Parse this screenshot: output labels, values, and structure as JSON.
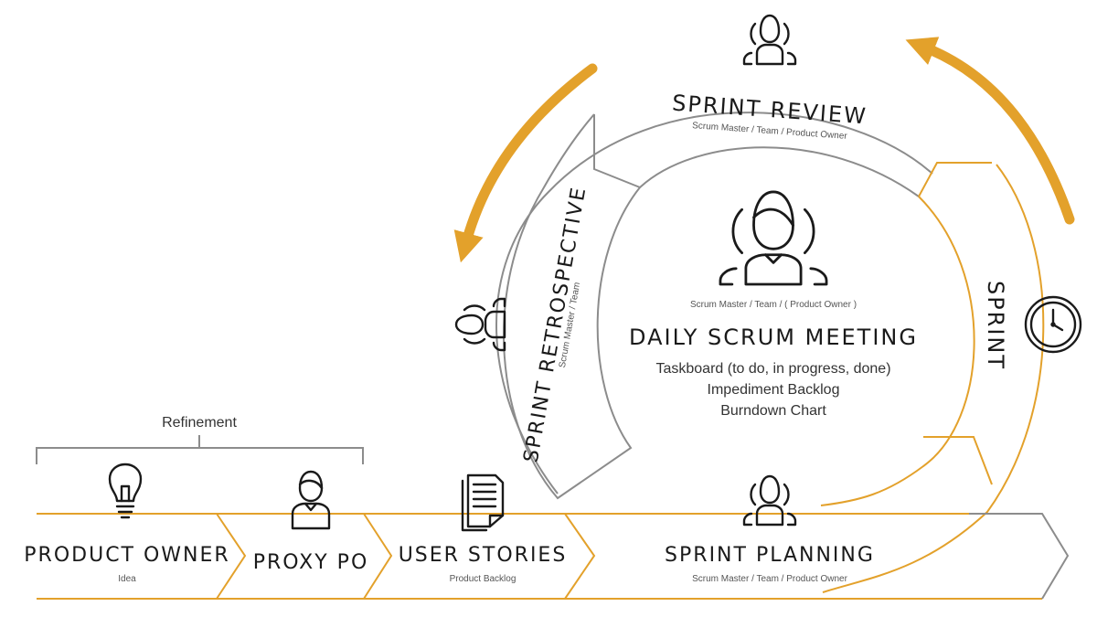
{
  "colors": {
    "accent": "#e3a12b",
    "gray": "#8c8c8c",
    "ink": "#1a1a1a"
  },
  "refinement": {
    "label": "Refinement"
  },
  "pipeline": {
    "product_owner": {
      "title": "PRODUCT OWNER",
      "subtitle": "Idea",
      "icon": "lightbulb-icon"
    },
    "proxy_po": {
      "title": "PROXY PO",
      "icon": "person-icon"
    },
    "user_stories": {
      "title": "USER STORIES",
      "subtitle": "Product Backlog",
      "icon": "document-icon"
    },
    "sprint_planning": {
      "title": "SPRINT PLANNING",
      "subtitle": "Scrum Master / Team /  Product Owner",
      "icon": "team-icon"
    }
  },
  "cycle": {
    "sprint_review": {
      "title": "SPRINT REVIEW",
      "subtitle": "Scrum Master  / Team / Product Owner",
      "icon": "team-icon"
    },
    "sprint_retrospective": {
      "title": "SPRINT RETROSPECTIVE",
      "subtitle": "Scrum Master / Team",
      "icon": "team-icon"
    },
    "sprint": {
      "title": "SPRINT",
      "icon": "clock-icon"
    },
    "daily_scrum": {
      "roles": "Scrum Master / Team / ( Product Owner )",
      "title": "DAILY SCRUM MEETING",
      "items": [
        "Taskboard (to do, in progress, done)",
        "Impediment Backlog",
        "Burndown Chart"
      ],
      "icon": "team-icon"
    }
  }
}
